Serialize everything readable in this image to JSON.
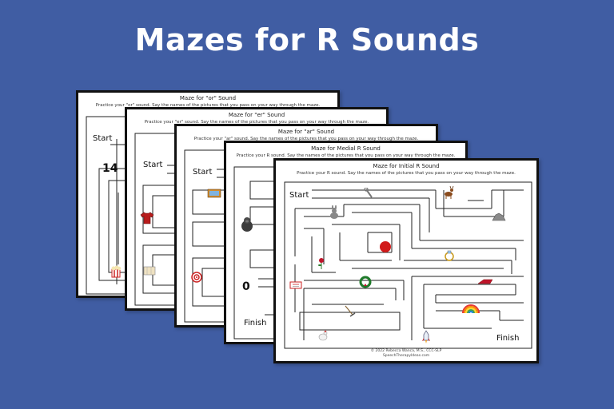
{
  "heading": "Mazes for R Sounds",
  "sheets": [
    {
      "title": "Maze for \"or\" Sound",
      "instructions": "Practice your \"or\" sound. Say the names of the pictures that you pass on your way through the maze.",
      "start": "Start",
      "number": "14"
    },
    {
      "title": "Maze for \"er\" Sound",
      "instructions": "Practice your \"er\" sound. Say the names of the pictures that you pass on your way through the maze.",
      "start": "Start"
    },
    {
      "title": "Maze for \"ar\" Sound",
      "instructions": "Practice your \"ar\" sound. Say the names of the pictures that you pass on your way through the maze.",
      "start": "Start"
    },
    {
      "title": "Maze for Medial R Sound",
      "instructions": "Practice your R sound. Say the names of the pictures that you pass on your way through the maze.",
      "finish": "Finish",
      "number": "0"
    },
    {
      "title": "Maze for Initial R Sound",
      "instructions": "Practice your R sound. Say the names of the pictures that you pass on your way through the maze.",
      "start": "Start",
      "finish": "Finish",
      "footer_line1": "© 2022 Rebecca Wanca, M.S., CCC-SLP",
      "footer_line2": "SpeechTherapyIdeas.com"
    }
  ],
  "icons": [
    "popcorn-icon",
    "shirt-icon",
    "map-icon",
    "target-icon",
    "picture-icon",
    "gorilla-icon",
    "rabbit-icon",
    "wrench-icon",
    "deer-icon",
    "rock-icon",
    "red-circle-icon",
    "ring-icon",
    "rose-icon",
    "wreath-icon",
    "sign-icon",
    "roof-icon",
    "rainbow-icon",
    "rake-icon",
    "rocket-icon",
    "rooster-icon"
  ],
  "colors": {
    "background": "#405da3",
    "heading": "#ffffff",
    "sheet_border": "#111111"
  }
}
